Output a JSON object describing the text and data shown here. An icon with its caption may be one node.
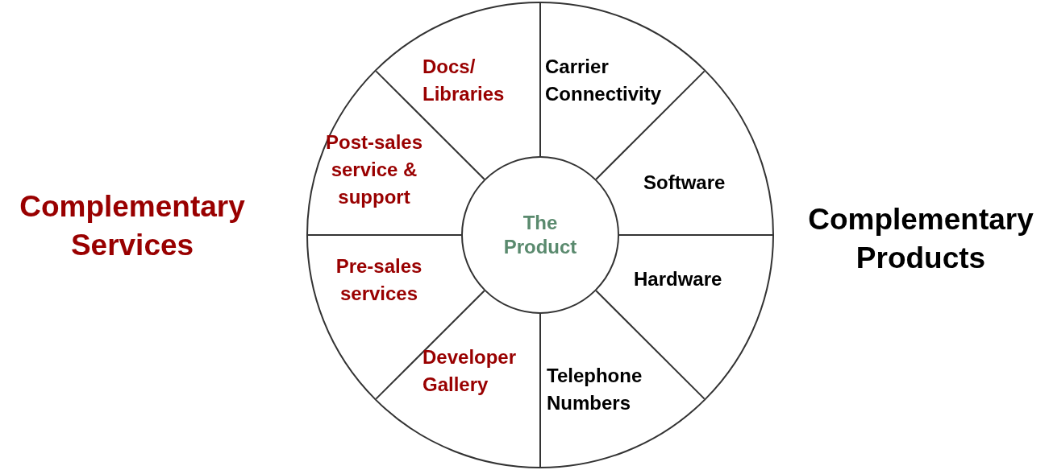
{
  "diagram": {
    "nodes": [
      {
        "text": [],
        "shape": "circle"
      },
      {
        "text": [
          "The Product"
        ],
        "in": 0
      },
      {
        "text": [
          "Docs/ Libraries"
        ],
        "in": 0
      },
      {
        "text": [
          "Carrier Connectivity"
        ],
        "in": 0
      },
      {
        "text": [
          "Post-sales service & support"
        ],
        "in": 0
      },
      {
        "text": [
          "Software"
        ],
        "in": 0
      },
      {
        "text": [
          "Pre-sales services"
        ],
        "in": 0
      },
      {
        "text": [
          "Hardware"
        ],
        "in": 0
      },
      {
        "text": [
          "Developer Gallery"
        ],
        "in": 0
      },
      {
        "text": [
          "Telephone Numbers"
        ],
        "in": 0
      }
    ],
    "labels": [
      "Complementary Services",
      "Complementary Products"
    ]
  }
}
